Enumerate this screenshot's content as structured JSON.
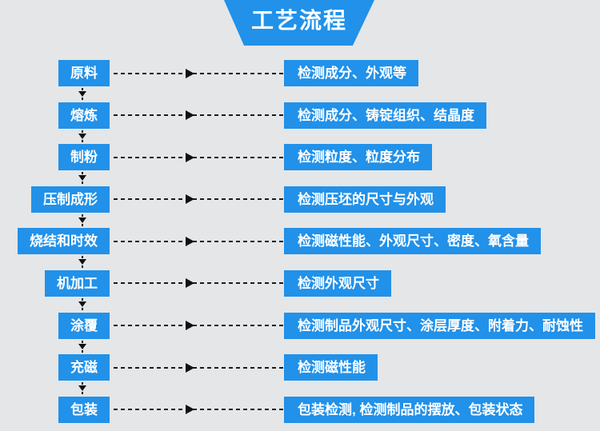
{
  "banner": {
    "title": "工艺流程"
  },
  "flow": {
    "rows": [
      {
        "step": "原料",
        "inspection": "检测成分、外观等"
      },
      {
        "step": "熔炼",
        "inspection": "检测成分、铸锭组织、结晶度"
      },
      {
        "step": "制粉",
        "inspection": "检测粒度、粒度分布"
      },
      {
        "step": "压制成形",
        "inspection": "检测压坯的尺寸与外观"
      },
      {
        "step": "烧结和时效",
        "inspection": "检测磁性能、外观尺寸、密度、氧含量"
      },
      {
        "step": "机加工",
        "inspection": "检测外观尺寸"
      },
      {
        "step": "涂覆",
        "inspection": "检测制品外观尺寸、涂层厚度、附着力、耐蚀性"
      },
      {
        "step": "充磁",
        "inspection": "检测磁性能"
      },
      {
        "step": "包装",
        "inspection": "包装检测, 检测制品的摆放、包装状态"
      }
    ]
  },
  "colors": {
    "box_blue": "#2191e9",
    "background": "#e5e6e7",
    "arrow_black": "#1b1b1b",
    "text_white": "#ffffff"
  }
}
